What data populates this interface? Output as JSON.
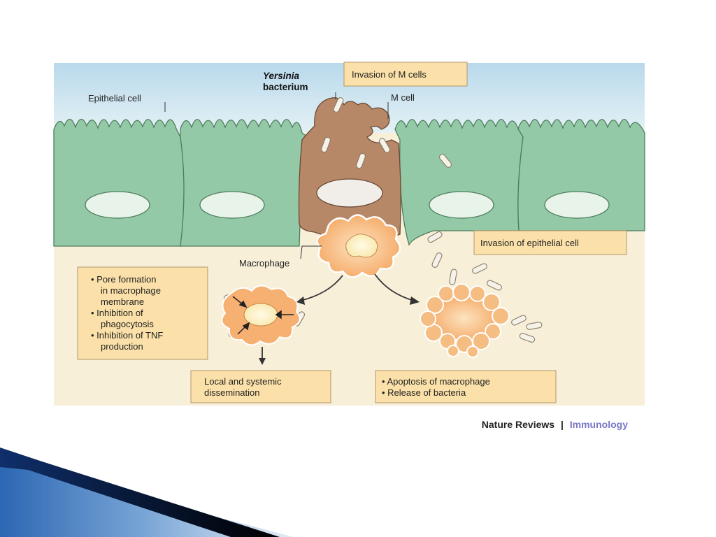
{
  "labels": {
    "epithelial_cell": "Epithelial cell",
    "bacterium_italic": "Yersinia",
    "bacterium": "bacterium",
    "m_cell": "M cell",
    "macrophage": "Macrophage"
  },
  "boxes": {
    "invasion_m_cells": "Invasion of M cells",
    "invasion_epithelial": "Invasion of epithelial cell",
    "local_systemic": [
      "Local and systemic",
      "dissemination"
    ],
    "effects_list": [
      "• Pore formation",
      "in macrophage",
      "membrane",
      "• Inhibition of",
      "phagocytosis",
      "• Inhibition of TNF",
      "production"
    ],
    "apoptosis_list": [
      "• Apoptosis of macrophage",
      "• Release of bacteria"
    ]
  },
  "credit": {
    "journal": "Nature Reviews",
    "separator": "|",
    "section": "Immunology"
  },
  "colors": {
    "sky": "#cfe6f2",
    "tissue": "#f8efd8",
    "epithelial": "#93c9a6",
    "m_cell": "#b78868",
    "macrophage": "#f6b072",
    "box": "#fbe1a9",
    "credit_accent": "#7777c8"
  }
}
